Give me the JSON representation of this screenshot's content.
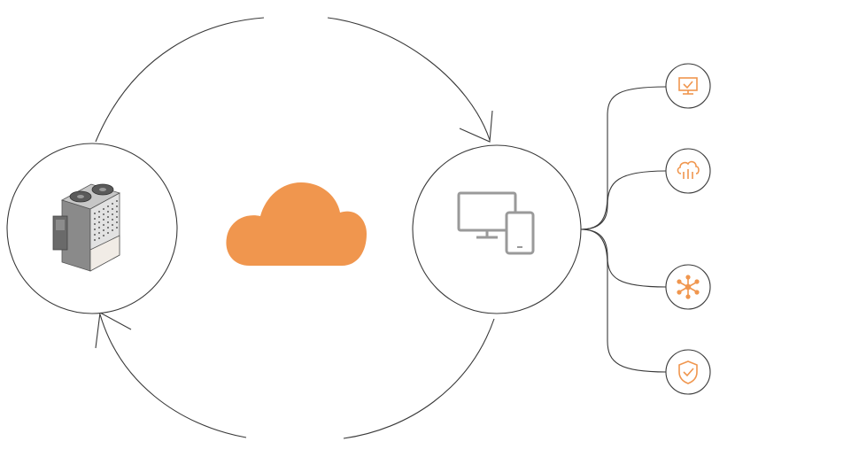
{
  "diagram": {
    "nodes": [
      {
        "id": "chiller-node",
        "icon": "chiller-unit-icon",
        "label": ""
      },
      {
        "id": "cloud",
        "icon": "cloud-icon",
        "label": ""
      },
      {
        "id": "devices-node",
        "icon": "monitor-phone-icon",
        "label": ""
      }
    ],
    "branches": [
      {
        "id": "branch-monitor",
        "icon": "monitor-check-icon",
        "label": ""
      },
      {
        "id": "branch-cloud-data",
        "icon": "cloud-data-icon",
        "label": ""
      },
      {
        "id": "branch-network",
        "icon": "network-hub-icon",
        "label": ""
      },
      {
        "id": "branch-security",
        "icon": "shield-check-icon",
        "label": ""
      }
    ],
    "colors": {
      "accent": "#F0964E",
      "line": "#3a3a3a",
      "device_gray": "#9a9a9a",
      "chiller_dark": "#6e6e6e",
      "chiller_light": "#d9d9d9"
    }
  }
}
